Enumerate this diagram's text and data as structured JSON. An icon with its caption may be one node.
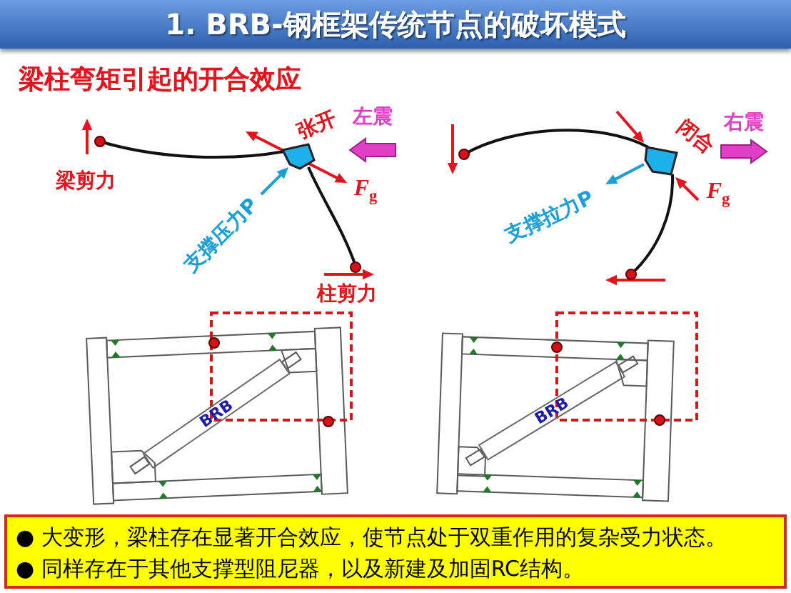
{
  "diagram": {
    "title": "1. BRB-钢框架传统节点的破坏模式",
    "nodes": [
      {
        "text": [
          "BRB"
        ]
      },
      {
        "text": [
          "BRB"
        ]
      },
      {
        "text": [
          "● 大变形，梁柱存在显著开合效应，使节点处于双重作用的复杂受力状态。",
          "● 同样存在于其他支撑型阻尼器，以及新建及加固RC结构。"
        ]
      }
    ],
    "labels": [
      "梁柱弯矩引起的开合效应",
      "张开",
      "左震",
      "梁剪力",
      "*F*$_{g}$",
      "支撑压力P",
      "柱剪力",
      "闭合",
      "右震",
      "*F*$_{g}$",
      "支撑拉力P"
    ]
  }
}
